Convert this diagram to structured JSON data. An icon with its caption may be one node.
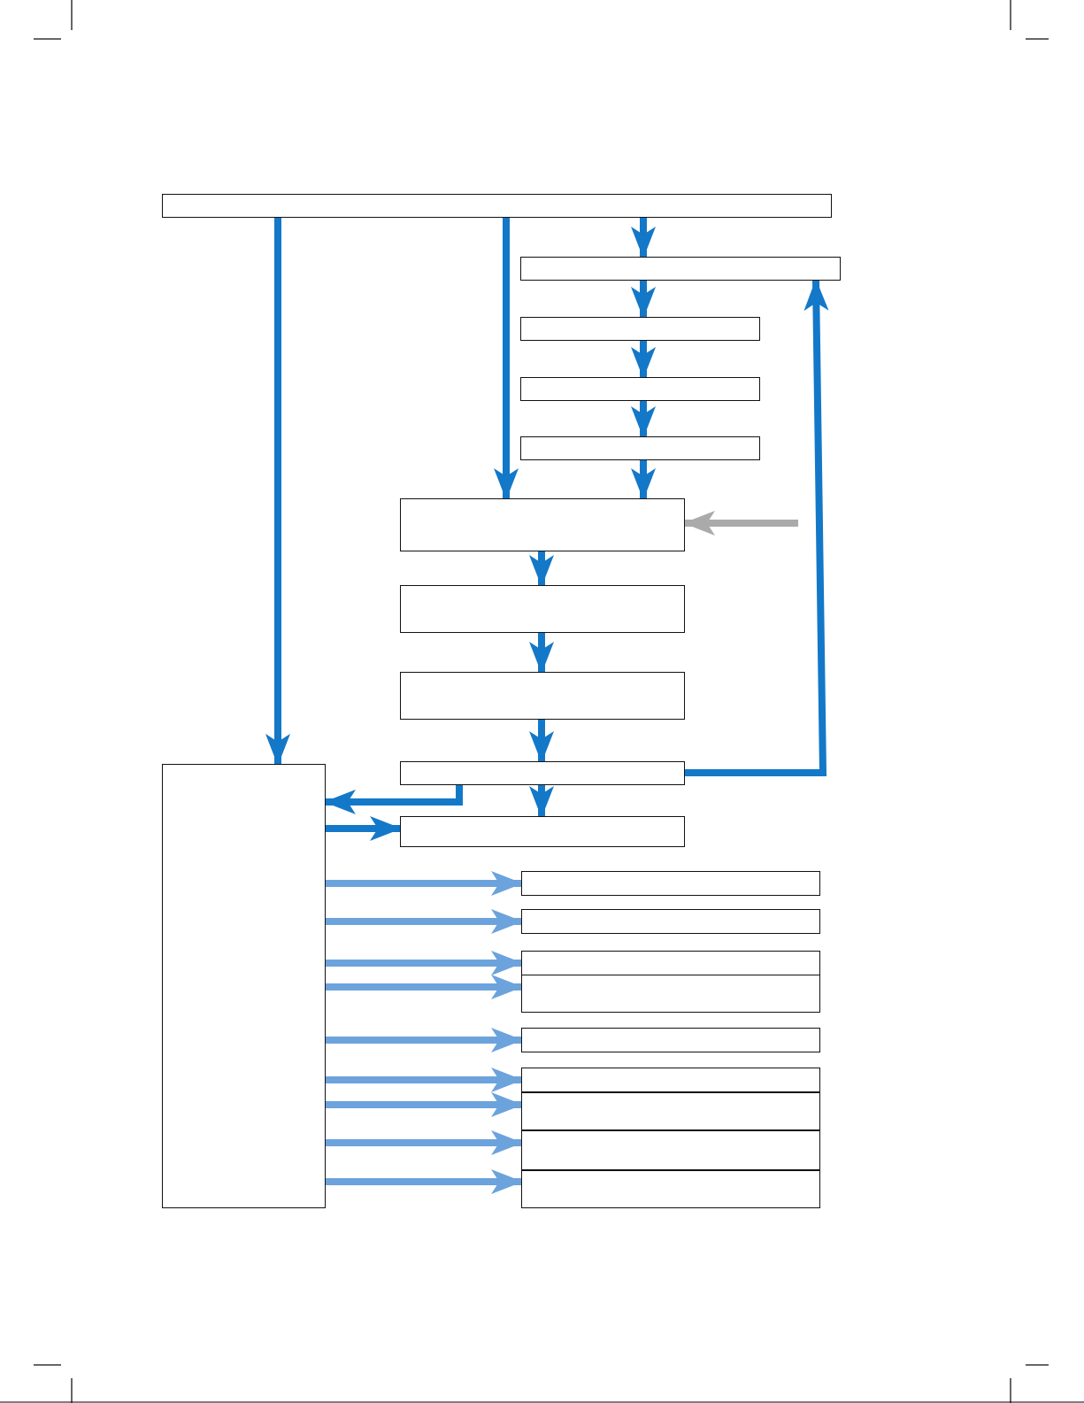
{
  "diagram": {
    "nodes": [
      {
        "text": [],
        "shape": "box"
      },
      {
        "text": [],
        "shape": "box"
      },
      {
        "text": [],
        "shape": "box"
      },
      {
        "text": [],
        "shape": "box"
      },
      {
        "text": [],
        "shape": "box"
      },
      {
        "text": [],
        "shape": "box"
      },
      {
        "text": [],
        "shape": "box"
      },
      {
        "text": [],
        "shape": "box"
      },
      {
        "text": [],
        "shape": "box"
      },
      {
        "text": [],
        "shape": "box"
      },
      {
        "text": [],
        "shape": "box"
      },
      {
        "text": [],
        "shape": "box"
      },
      {
        "text": [],
        "shape": "box"
      },
      {
        "text": [],
        "shape": "box"
      },
      {
        "text": [],
        "shape": "box"
      },
      {
        "text": [],
        "shape": "box"
      },
      {
        "text": [],
        "shape": "box"
      },
      {
        "text": [],
        "shape": "box"
      },
      {
        "text": [],
        "shape": "box"
      },
      {
        "text": [],
        "shape": "box"
      }
    ],
    "edges": [
      {
        "from": 0,
        "to": 9,
        "arrow": "to"
      },
      {
        "from": 0,
        "to": 5,
        "arrow": "to"
      },
      {
        "from": 0,
        "to": 1,
        "arrow": "to"
      },
      {
        "from": 1,
        "to": 2,
        "arrow": "to"
      },
      {
        "from": 2,
        "to": 3,
        "arrow": "to"
      },
      {
        "from": 3,
        "to": 4,
        "arrow": "to"
      },
      {
        "from": 4,
        "to": 5,
        "arrow": "to"
      },
      {
        "from": 5,
        "to": 6,
        "arrow": "to"
      },
      {
        "from": 6,
        "to": 7,
        "arrow": "to"
      },
      {
        "from": 7,
        "to": 8,
        "arrow": "to"
      },
      {
        "from": 8,
        "to": 10,
        "arrow": "to"
      },
      {
        "from": 8,
        "to": 1,
        "arrow": "to"
      },
      {
        "from": null,
        "to": 5,
        "arrow": "to",
        "color": "#aaaaaa"
      },
      {
        "from": 8,
        "to": 9,
        "arrow": "to"
      },
      {
        "from": 9,
        "to": 10,
        "arrow": "to"
      },
      {
        "from": 9,
        "to": 11,
        "arrow": "to",
        "color": "#6ca3dc"
      },
      {
        "from": 9,
        "to": 12,
        "arrow": "to",
        "color": "#6ca3dc"
      },
      {
        "from": 9,
        "to": 13,
        "arrow": "to",
        "color": "#6ca3dc"
      },
      {
        "from": 9,
        "to": 14,
        "arrow": "to",
        "color": "#6ca3dc"
      },
      {
        "from": 9,
        "to": 15,
        "arrow": "to",
        "color": "#6ca3dc"
      },
      {
        "from": 9,
        "to": 16,
        "arrow": "to",
        "color": "#6ca3dc"
      },
      {
        "from": 9,
        "to": 17,
        "arrow": "to",
        "color": "#6ca3dc"
      },
      {
        "from": 9,
        "to": 18,
        "arrow": "to",
        "color": "#6ca3dc"
      },
      {
        "from": 9,
        "to": 19,
        "arrow": "to",
        "color": "#6ca3dc"
      }
    ]
  }
}
